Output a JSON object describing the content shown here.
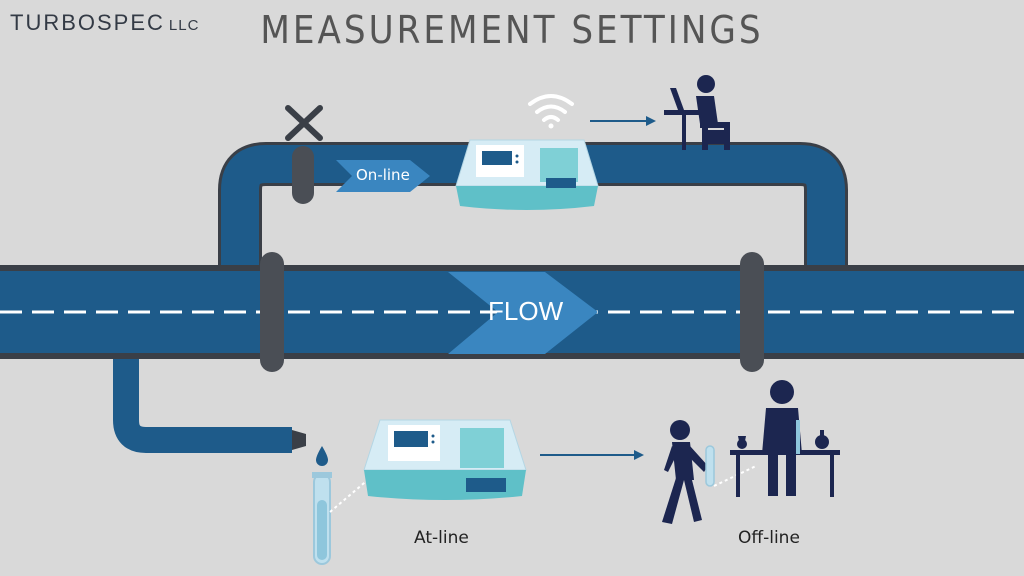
{
  "brand": {
    "name": "TURBOSPEC",
    "suffix": "LLC"
  },
  "header": {
    "title": "MEASUREMENT SETTINGS"
  },
  "diagram": {
    "flow_label": "FLOW",
    "online_label": "On-line",
    "atline_label": "At-line",
    "offline_label": "Off-line"
  },
  "colors": {
    "background": "#d9d9d9",
    "pipe": "#1e5b8a",
    "pipe_border": "#3a3f47",
    "flow_arrow": "#3a86c0",
    "figure": "#1c2650",
    "instrument_light": "#d6ecf5",
    "instrument_teal": "#5fc0c8"
  }
}
